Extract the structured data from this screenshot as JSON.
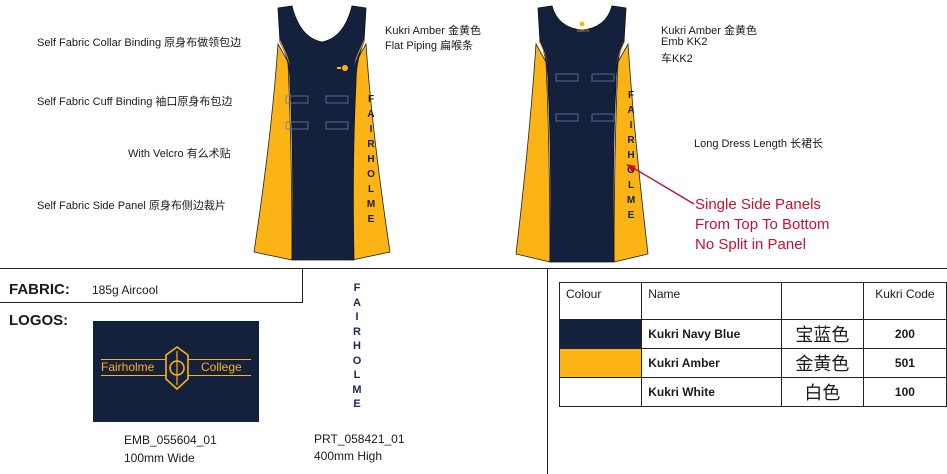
{
  "annotations": {
    "collar": "Self Fabric Collar Binding 原身布做领包边",
    "cuff": "Self Fabric Cuff Binding 袖口原身布包边",
    "velcro": "With Velcro 有么术贴",
    "side_panel": "Self Fabric Side Panel 原身布侧边裁片",
    "front_amber": "Kukri Amber 金黄色",
    "flat_piping": "Flat Piping 扁喉条",
    "back_amber": "Kukri Amber 金黄色",
    "emb": "Emb KK2",
    "emb_cn": "车KK2",
    "dress_length": "Long Dress Length 长裙长",
    "red_note": [
      "Single Side Panels",
      "From Top To Bottom",
      "No Split in Panel"
    ]
  },
  "garment": {
    "side_print_letters": [
      "F",
      "A",
      "I",
      "R",
      "H",
      "O",
      "L",
      "M",
      "E"
    ],
    "back_logo_text": "KUKRI"
  },
  "fabric": {
    "label": "FABRIC:",
    "value": "185g Aircool"
  },
  "logos": {
    "label": "LOGOS:",
    "badge": {
      "left": "Fairholme",
      "right": "College"
    },
    "logo1": {
      "code": "EMB_055604_01",
      "size": "100mm Wide"
    },
    "vertical_text": [
      "F",
      "A",
      "I",
      "R",
      "H",
      "O",
      "L",
      "M",
      "E"
    ],
    "logo2": {
      "code": "PRT_058421_01",
      "size": "400mm High"
    }
  },
  "colour_table": {
    "headers": [
      "Colour",
      "Name",
      "",
      "Kukri Code"
    ],
    "rows": [
      {
        "swatch": "#14213d",
        "name": "Kukri Navy Blue",
        "cn": "宝蓝色",
        "code": "200"
      },
      {
        "swatch": "#fcb316",
        "name": "Kukri Amber",
        "cn": "金黄色",
        "code": "501"
      },
      {
        "swatch": "#ffffff",
        "name": "Kukri White",
        "cn": "白色",
        "code": "100"
      }
    ]
  },
  "colors": {
    "navy": "#14213d",
    "amber": "#fcb316",
    "red": "#c8102e"
  }
}
